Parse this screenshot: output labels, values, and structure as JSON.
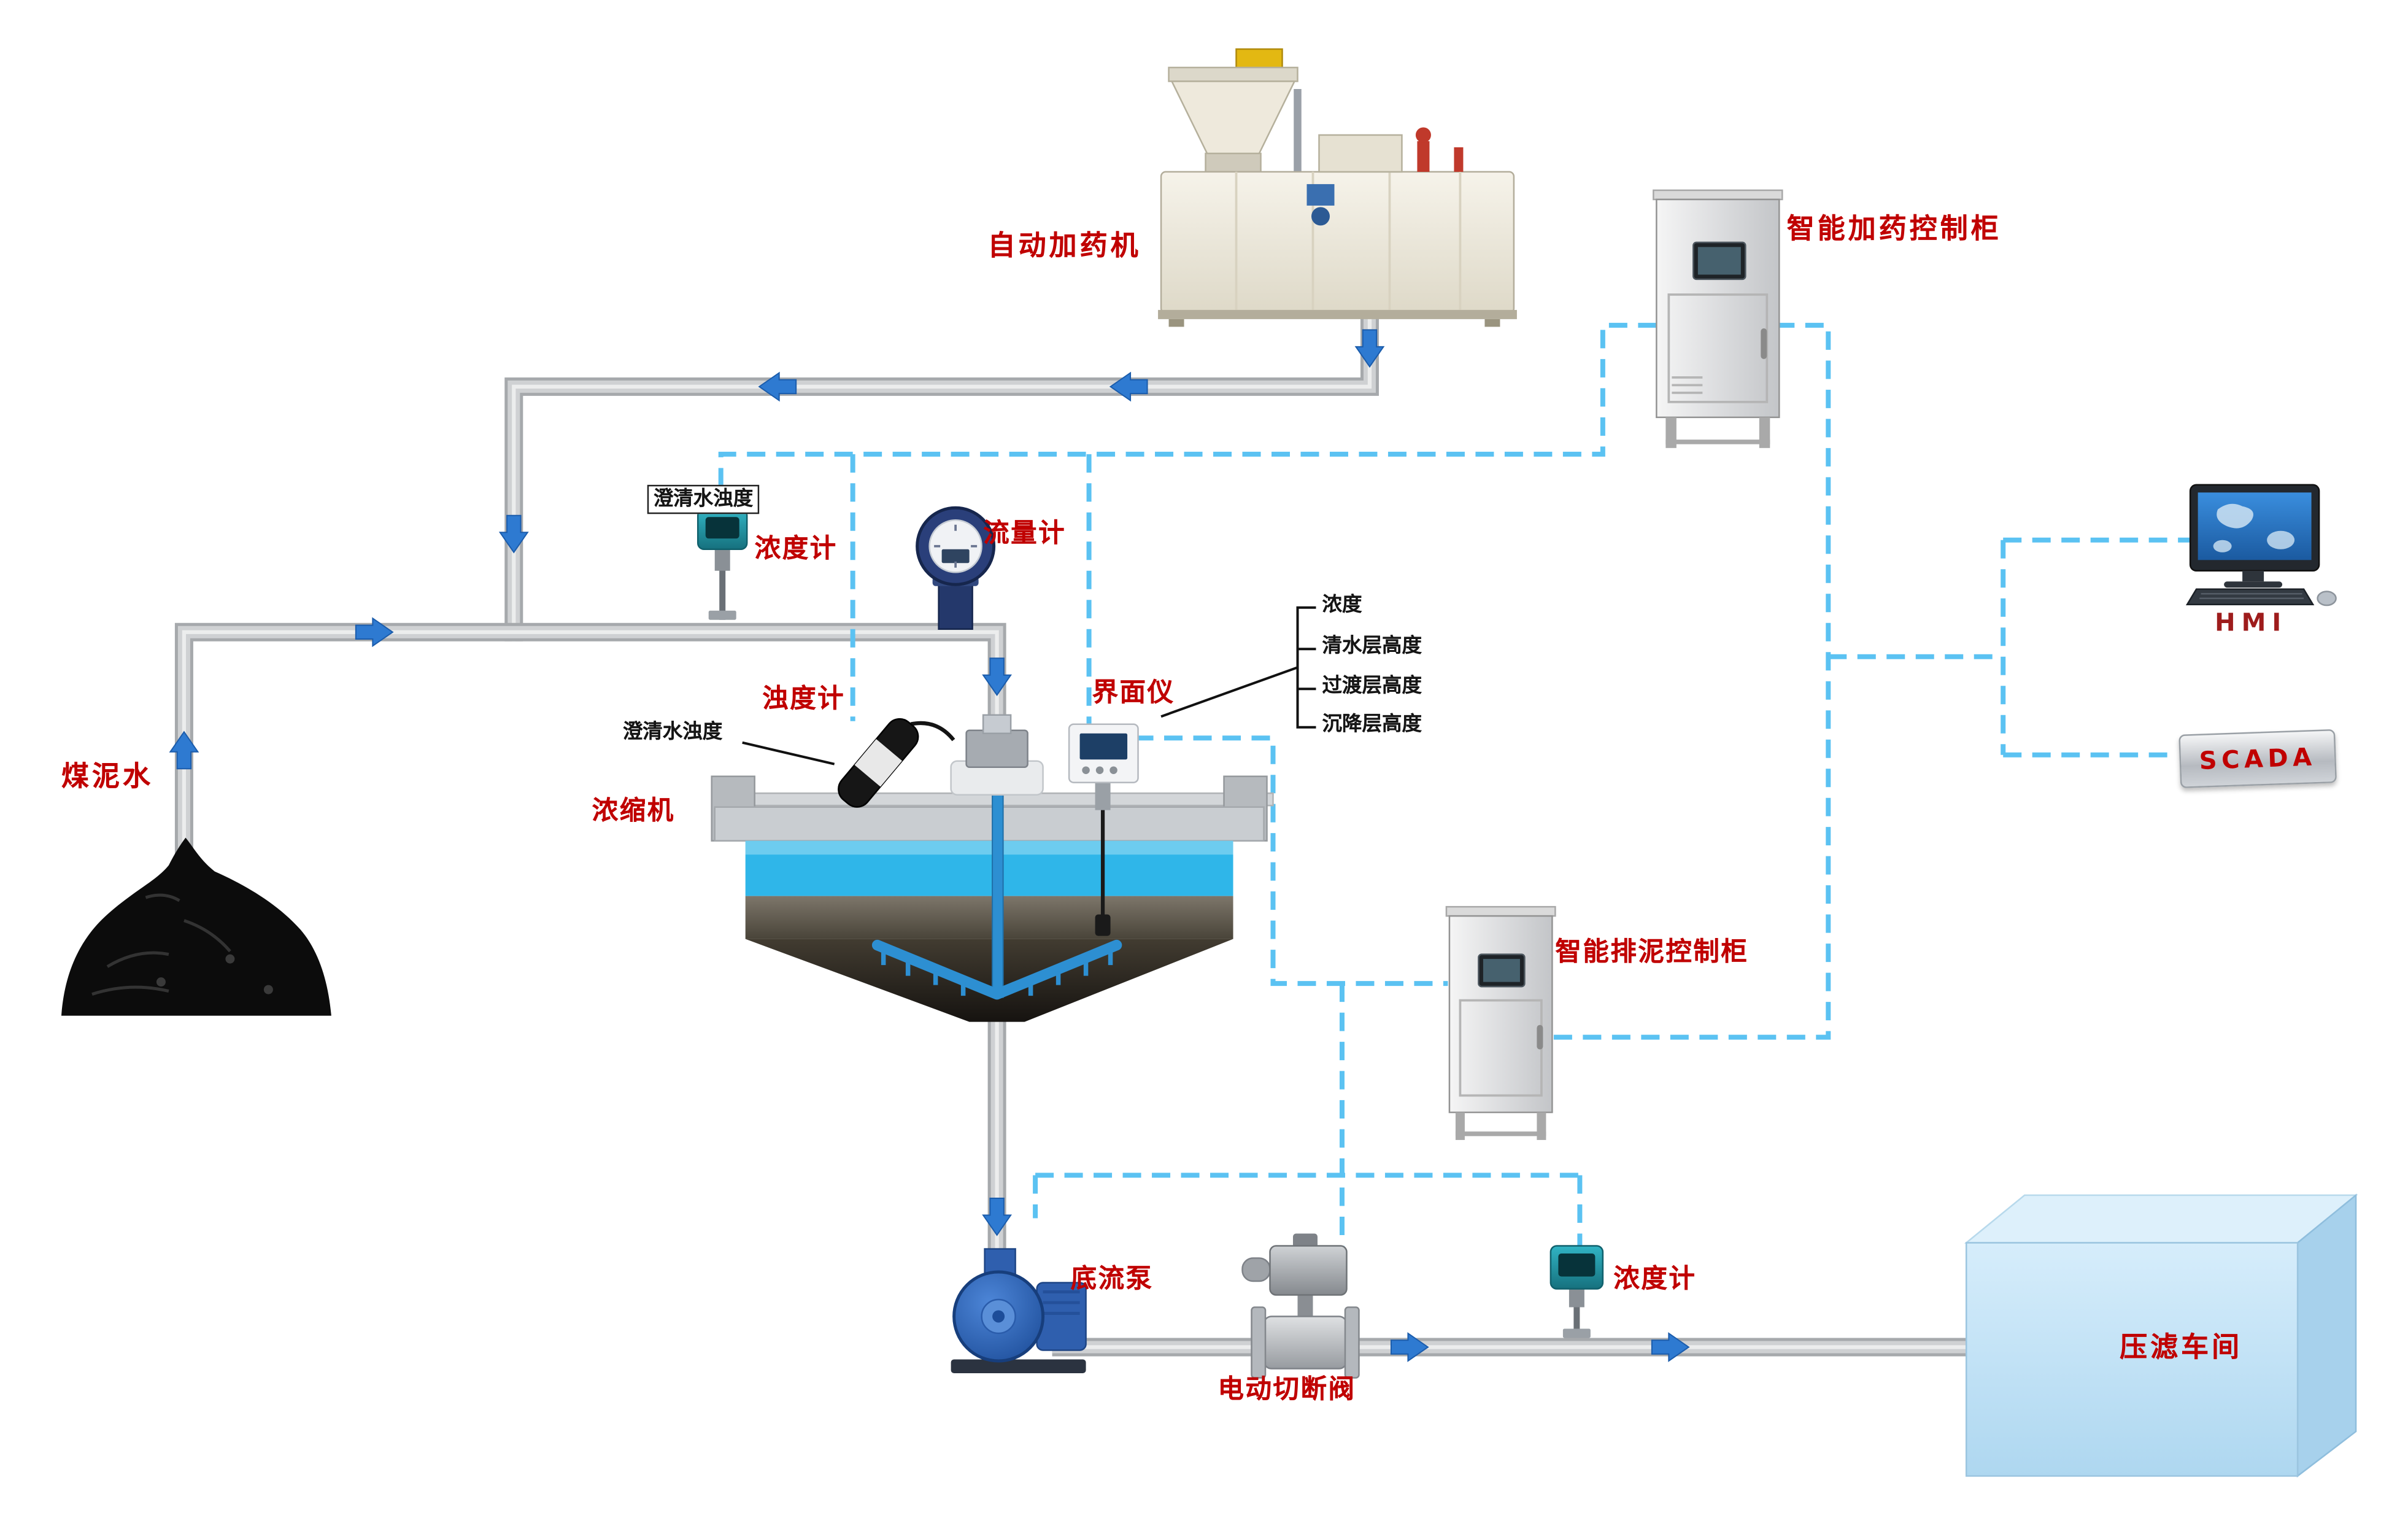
{
  "diagram": {
    "labels": {
      "dosing_machine": "自动加药机",
      "dosing_cabinet": "智能加药控制柜",
      "hmi": "HMI",
      "scada": "SCADA",
      "coal_slurry": "煤泥水",
      "concentration_meter_top": "浓度计",
      "clarified_water_turbidity_top": "澄清水浊度",
      "flow_meter": "流量计",
      "turbidity_meter": "浊度计",
      "clarified_water_turbidity_left": "澄清水浊度",
      "interface_meter": "界面仪",
      "interface_params": [
        "浓度",
        "清水层高度",
        "过渡层高度",
        "沉降层高度"
      ],
      "thickener": "浓缩机",
      "mud_discharge_cabinet": "智能排泥控制柜",
      "underflow_pump": "底流泵",
      "electric_shutoff_valve": "电动切断阀",
      "concentration_meter_bottom": "浓度计",
      "filter_press_workshop": "压滤车间"
    },
    "colors": {
      "label_red": "#c00000",
      "flow_arrow_blue": "#2e7ad1",
      "signal_line_blue": "#5bc2f2",
      "pipe_gray": "#cfd1d3",
      "water_blue": "#2fb6e9"
    }
  }
}
